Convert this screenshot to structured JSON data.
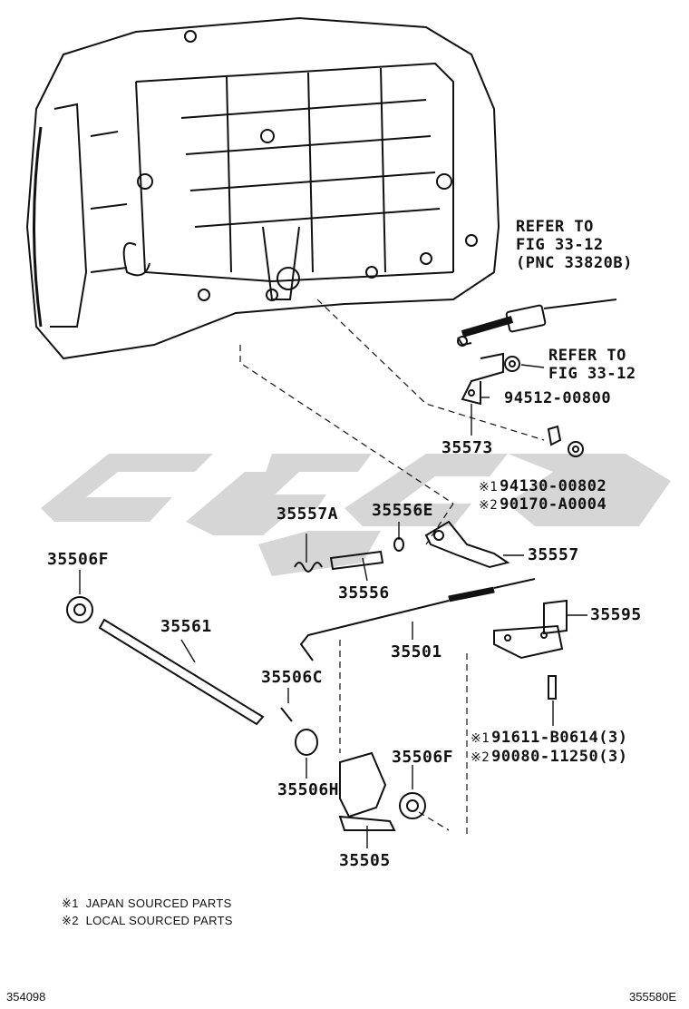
{
  "refer_top": [
    "REFER TO",
    "FIG 33-12",
    "(PNC 33820B)"
  ],
  "refer_mid": [
    "REFER TO",
    "FIG 33-12"
  ],
  "parts": {
    "p94512": "94512-00800",
    "p35573": "35573",
    "p94130": "94130-00802",
    "p90170": "90170-A0004",
    "p35557A": "35557A",
    "p35556E": "35556E",
    "p35557": "35557",
    "p35506F_left": "35506F",
    "p35556": "35556",
    "p35595": "35595",
    "p35561": "35561",
    "p35501": "35501",
    "p35506C": "35506C",
    "p91611": "91611-B0614(3)",
    "p90080": "90080-11250(3)",
    "p35506F_right": "35506F",
    "p35506H": "35506H",
    "p35505": "35505"
  },
  "marks": {
    "m1": "※1",
    "m2": "※2"
  },
  "legend": [
    {
      "mark": "※1",
      "text": "JAPAN SOURCED PARTS"
    },
    {
      "mark": "※2",
      "text": "LOCAL SOURCED PARTS"
    }
  ],
  "footer": {
    "left": "354098",
    "right": "355580E"
  },
  "colors": {
    "ink": "#111111",
    "watermark": "#cfcfcf"
  }
}
